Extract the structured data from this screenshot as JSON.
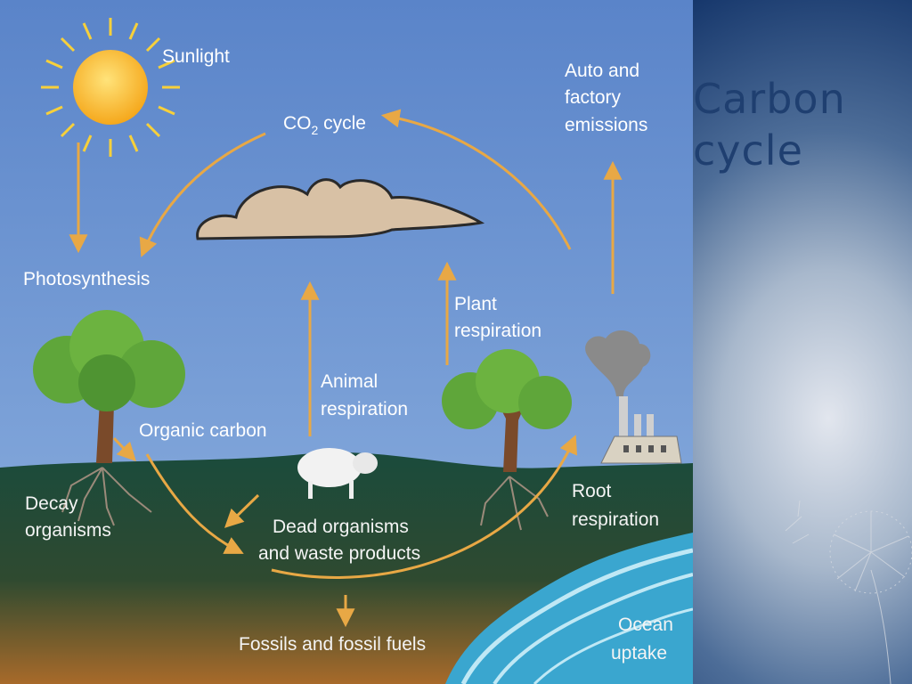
{
  "slide": {
    "title": "Carbon\ncycle"
  },
  "diagram": {
    "labels": {
      "sunlight": "Sunlight",
      "co2_cycle_prefix": "CO",
      "co2_cycle_sub": "2",
      "co2_cycle_suffix": " cycle",
      "auto_line1": "Auto and",
      "auto_line2": "factory",
      "auto_line3": "emissions",
      "photosynthesis": "Photosynthesis",
      "plant_line1": "Plant",
      "plant_line2": "respiration",
      "animal_line1": "Animal",
      "animal_line2": "respiration",
      "organic_carbon": "Organic carbon",
      "decay_line1": "Decay",
      "decay_line2": "organisms",
      "dead_line1": "Dead organisms",
      "dead_line2": "and waste products",
      "root_line1": "Root",
      "root_line2": "respiration",
      "fossils": "Fossils and fossil fuels",
      "ocean_line1": "Ocean",
      "ocean_line2": "uptake"
    },
    "colors": {
      "sky": "#5b84c8",
      "ground": "#1b4a3a",
      "arrow": "#e8a845",
      "ocean": "#3aa6cf"
    }
  }
}
